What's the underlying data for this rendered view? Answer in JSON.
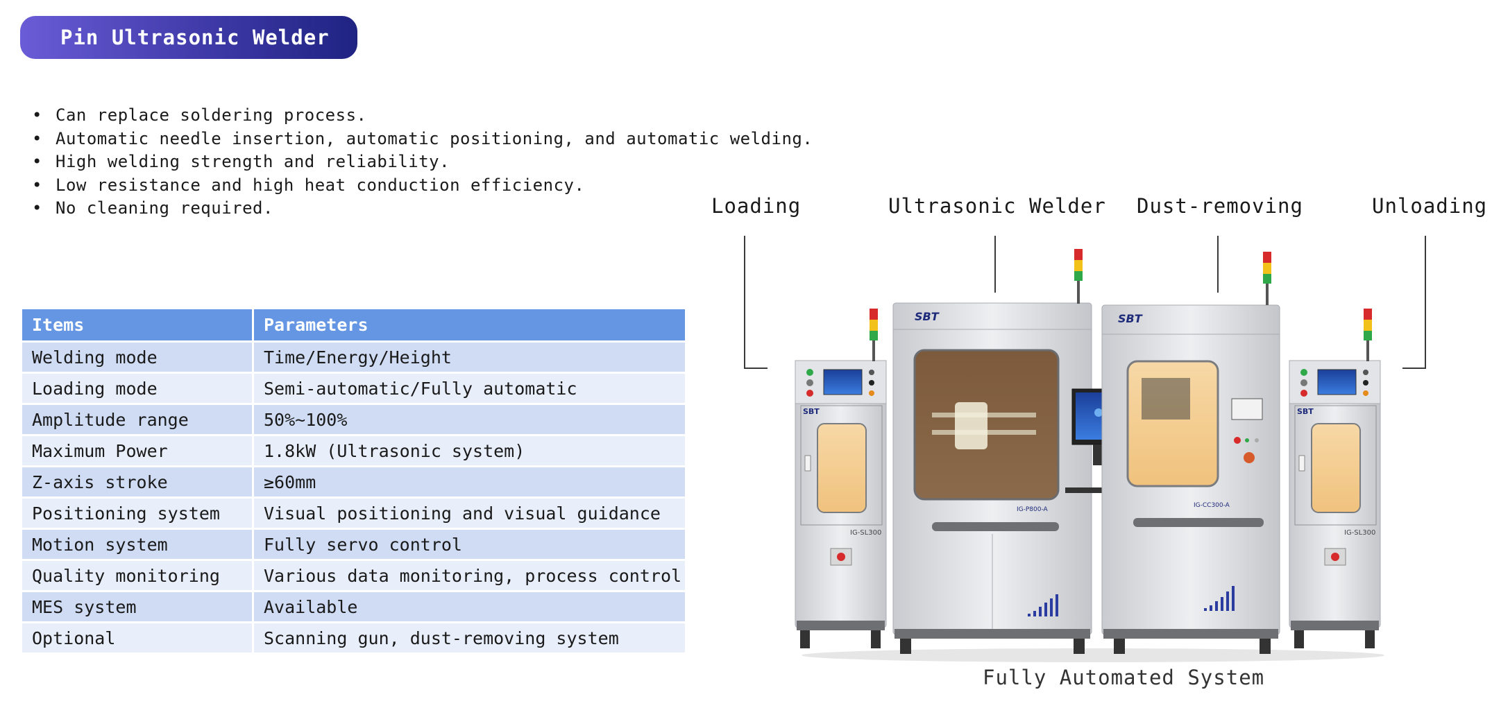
{
  "header": {
    "title": "Pin Ultrasonic Welder"
  },
  "features": [
    "Can replace soldering process.",
    "Automatic needle insertion, automatic positioning, and automatic welding.",
    "High welding strength and reliability.",
    "Low resistance and high heat conduction efficiency.",
    "No cleaning required."
  ],
  "table": {
    "headers": [
      "Items",
      "Parameters"
    ],
    "rows": [
      [
        "Welding mode",
        "Time/Energy/Height"
      ],
      [
        "Loading mode",
        "Semi-automatic/Fully automatic"
      ],
      [
        "Amplitude range",
        "50%~100%"
      ],
      [
        "Maximum Power",
        "1.8kW (Ultrasonic system)"
      ],
      [
        "Z-axis stroke",
        "≥60mm"
      ],
      [
        "Positioning system",
        "Visual positioning and visual guidance"
      ],
      [
        "Motion system",
        "Fully servo control"
      ],
      [
        "Quality monitoring",
        "Various data monitoring, process control"
      ],
      [
        "MES system",
        "Available"
      ],
      [
        "Optional",
        "Scanning gun, dust-removing system"
      ]
    ]
  },
  "system": {
    "labels": [
      "Loading",
      "Ultrasonic Welder",
      "Dust-removing",
      "Unloading"
    ],
    "caption": "Fully Automated System",
    "brand": "SBT",
    "models": [
      "IG-SL300",
      "IG-P800-A",
      "IG-CC300-A",
      "IG-SL300"
    ]
  },
  "colors": {
    "header_gradient": [
      "#6a5cd6",
      "#1f2382"
    ],
    "table_header": "#6496e4",
    "row_dark": "#cfdcf4",
    "row_light": "#e8eefa"
  }
}
